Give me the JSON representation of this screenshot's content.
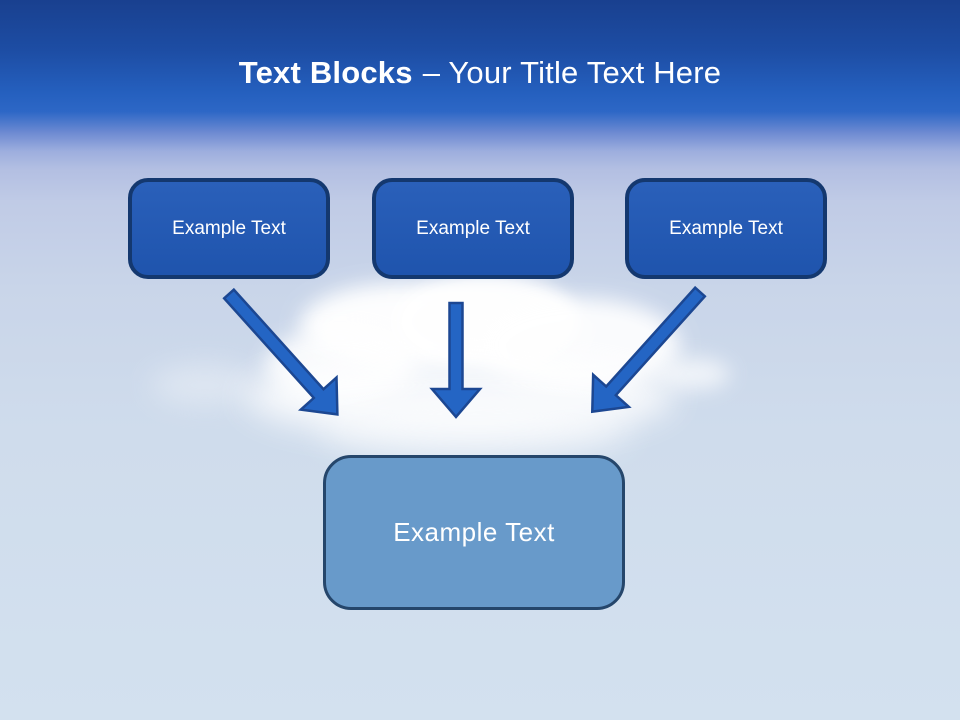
{
  "title": {
    "bold": "Text Blocks",
    "rest": "– Your Title Text Here"
  },
  "blocks": {
    "top": [
      {
        "label": "Example Text"
      },
      {
        "label": "Example Text"
      },
      {
        "label": "Example Text"
      }
    ],
    "bottom": {
      "label": "Example Text"
    }
  },
  "diagram": {
    "type": "flow",
    "description": "Three source blocks with arrows converging to one target block",
    "arrow_count": 3
  },
  "colors": {
    "header_top": "#19408f",
    "header_mid": "#2d67c6",
    "sky_haze": "#b3bfe2",
    "sky_bottom": "#d3e1ef",
    "top_box_fill": "#2158b2",
    "top_box_border": "#14386f",
    "bottom_box_fill": "#689aca",
    "bottom_box_border": "#25466b",
    "arrow_fill": "#2465c4",
    "arrow_stroke": "#1c4792",
    "title_color": "#ffffff",
    "cloud": "#ffffff"
  }
}
